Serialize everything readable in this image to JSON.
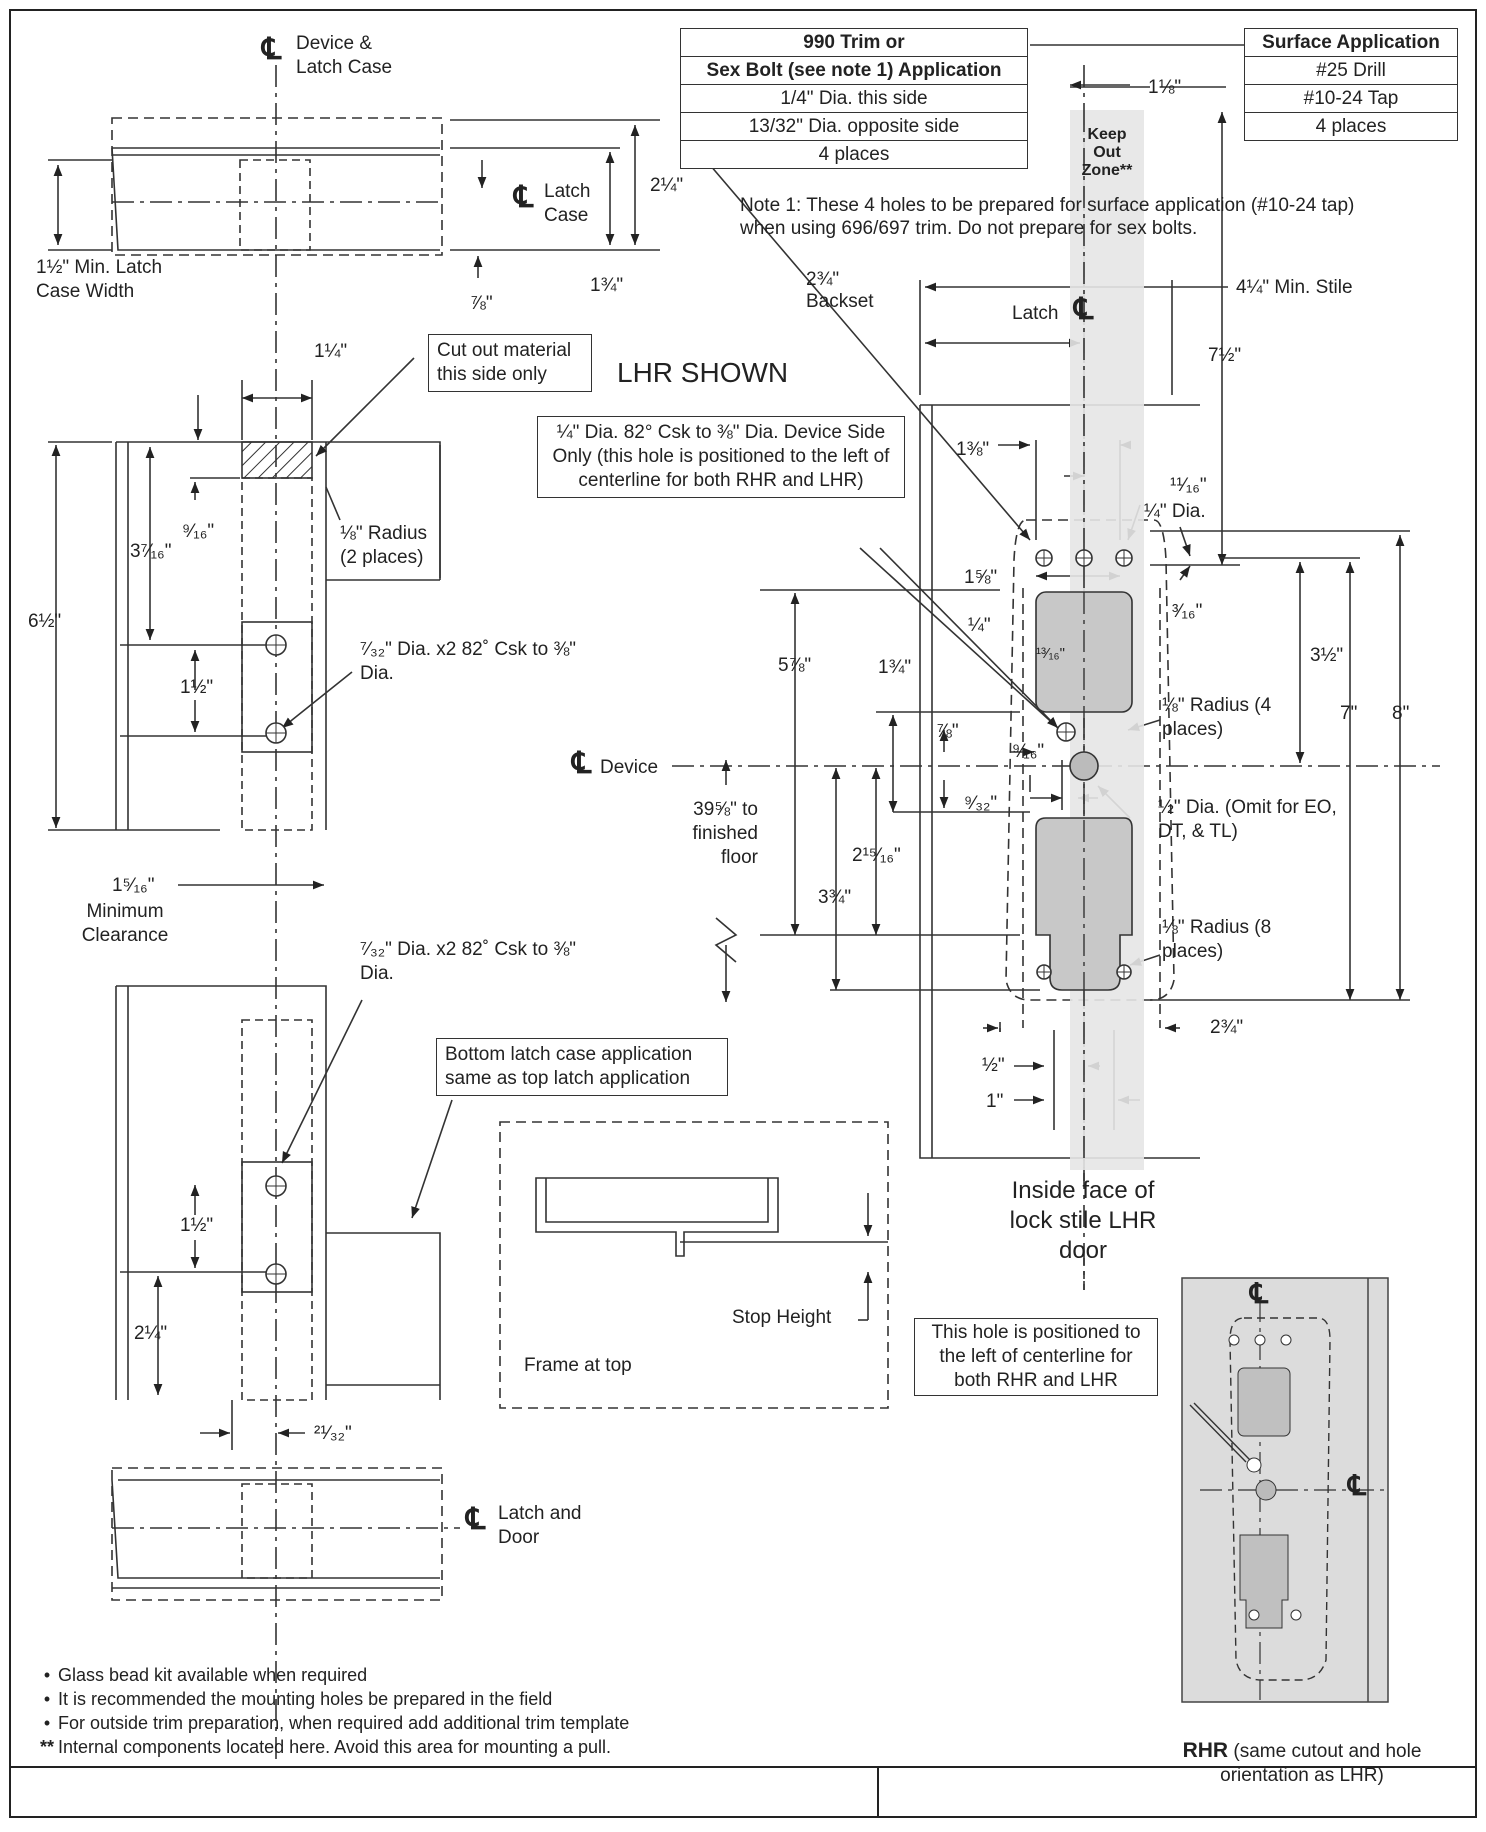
{
  "table_990": {
    "header_line1": "990 Trim or",
    "header_line2": "Sex Bolt (see note 1) Application",
    "rows": [
      "1/4\" Dia. this side",
      "13/32\" Dia. opposite side",
      "4 places"
    ]
  },
  "table_surface": {
    "header": "Surface Application",
    "rows": [
      "#25 Drill",
      "#10-24 Tap",
      "4 places"
    ]
  },
  "note1": "Note 1: These 4 holes to be prepared for surface application (#10-24 tap) when using 696/697 trim. Do not prepare for sex bolts.",
  "keep_out": [
    "Keep",
    "Out",
    "Zone**"
  ],
  "lhr_shown": "LHR SHOWN",
  "callouts": {
    "cut_out": "Cut out material this side only",
    "hole_left": "¼\" Dia. 82° Csk to ⅜\" Dia. Device Side Only (this hole is positioned to the left of centerline for both RHR and LHR)",
    "bottom_latch": "Bottom latch case application same as top latch application",
    "rhr_hole": "This hole is positioned to the left of centerline for both RHR and LHR"
  },
  "labels": {
    "device_latch_case": "Device & Latch Case",
    "latch_case": "Latch Case",
    "latch_and_door": "Latch and Door",
    "min_latch_case_width": "1½\" Min. Latch Case Width",
    "radius_1_8_2": "⅛\" Radius (2 places)",
    "hole_7_32_a": "⁷⁄₃₂\" Dia. x2 82˚ Csk to ⅜\" Dia.",
    "hole_7_32_b": "⁷⁄₃₂\" Dia. x2 82˚ Csk to ⅜\" Dia.",
    "min_clearance": "Minimum Clearance",
    "dim_1_5_16": "1⁵⁄₁₆\"",
    "device": "Device",
    "latch": "Latch",
    "backset": "Backset",
    "dim_2_3_4_backset": "2¾\"",
    "min_stile": "4¼\" Min. Stile",
    "to_floor": "39⅝\" to finished floor",
    "half_dia": "½\" Dia. (Omit for EO, DT, & TL)",
    "radius_4": "⅛\" Radius (4 places)",
    "radius_8": "⅛\" Radius (8 places)",
    "quarter_dia": "¼\" Dia.",
    "inside_face": "Inside face of lock stile LHR door",
    "stop_height": "Stop Height",
    "frame_at_top": "Frame at top",
    "cl": "℄"
  },
  "dims": {
    "d_1_1_8": "1⅛\"",
    "d_2_1_4_top": "2¼\"",
    "d_1_3_4_top": "1¾\"",
    "d_7_8_top": "⅞\"",
    "d_1_1_4": "1¼\"",
    "d_9_16_left": "⁹⁄₁₆\"",
    "d_3_7_16": "3⁷⁄₁₆\"",
    "d_6_1_2": "6½\"",
    "d_1_1_2_a": "1½\"",
    "d_1_1_2_b": "1½\"",
    "d_2_1_4_b": "2¼\"",
    "d_21_32": "²¹⁄₃₂\"",
    "d_7_1_2": "7½\"",
    "d_1_3_8": "1⅜\"",
    "d_11_16": "¹¹⁄₁₆\"",
    "d_1_5_8": "1⅝\"",
    "d_3_16": "³⁄₁₆\"",
    "d_1_4": "¼\"",
    "d_13_16": "¹³⁄₁₆\"",
    "d_5_7_8": "5⅞\"",
    "d_1_3_4": "1¾\"",
    "d_7_8": "⅞\"",
    "d_9_16": "⁹⁄₁₆\"",
    "d_9_32": "⁹⁄₃₂\"",
    "d_2_15_16": "2¹⁵⁄₁₆\"",
    "d_3_3_4": "3¾\"",
    "d_3_1_2": "3½\"",
    "d_7": "7\"",
    "d_8": "8\"",
    "d_2_3_4_bot": "2¾\"",
    "d_1_2": "½\"",
    "d_1": "1\""
  },
  "bullets": [
    "Glass bead kit available when required",
    "It is recommended the mounting holes be prepared in the field",
    "For outside trim preparation, when required add additional trim template"
  ],
  "footnote": "Internal components located here. Avoid this area for mounting a pull.",
  "rhr_caption_bold": "RHR",
  "rhr_caption": "(same cutout and hole orientation as LHR)"
}
